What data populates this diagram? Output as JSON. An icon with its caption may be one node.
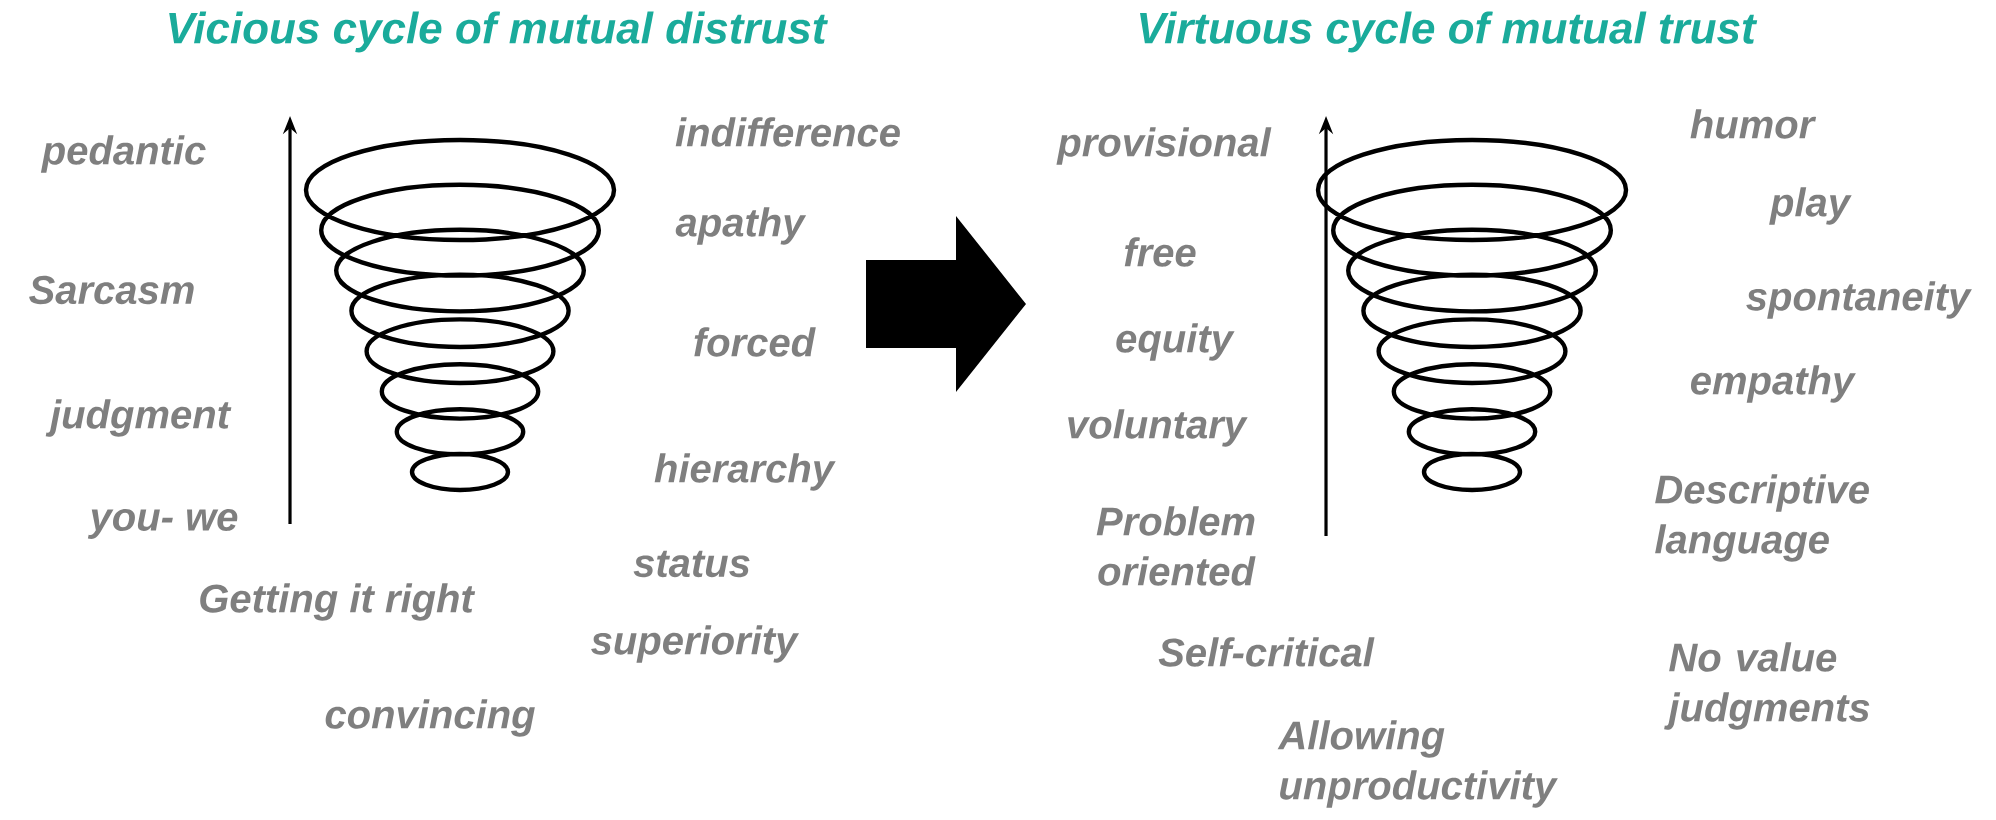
{
  "diagram": {
    "labels": [
      "Vicious cycle of mutual distrust",
      "Virtuous cycle of mutual trust",
      "pedantic",
      "indifference",
      "apathy",
      "Sarcasm",
      "forced",
      "judgment",
      "hierarchy",
      "you- we",
      "status",
      "Getting it right",
      "superiority",
      "convincing",
      "provisional",
      "humor",
      "play",
      "free",
      "spontaneity",
      "equity",
      "empathy",
      "voluntary",
      "Problem oriented",
      "Descriptive language",
      "Self-critical",
      "No value judgments",
      "Allowing unproductivity"
    ]
  }
}
